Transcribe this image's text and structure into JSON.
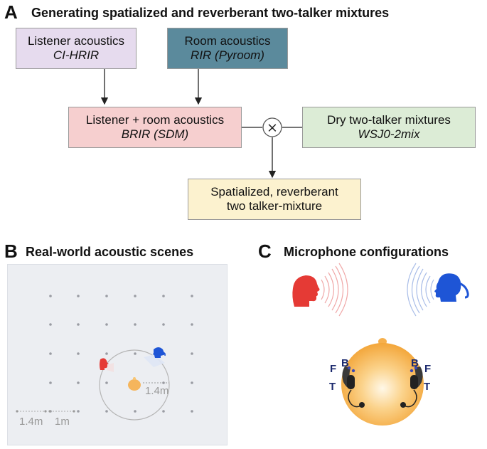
{
  "panelA": {
    "letter": "A",
    "title": "Generating spatialized and reverberant two-talker mixtures",
    "boxes": {
      "listener": {
        "line1": "Listener acoustics",
        "line2": "CI-HRIR",
        "color": "#e6dbee"
      },
      "room": {
        "line1": "Room acoustics",
        "line2": "RIR (Pyroom)",
        "color": "#5b8a9c"
      },
      "combined": {
        "line1": "Listener + room acoustics",
        "line2": "BRIR (SDM)",
        "color": "#f6cfcf"
      },
      "dry": {
        "line1": "Dry two-talker mixtures",
        "line2": "WSJ0-2mix",
        "color": "#dcecd6"
      },
      "output": {
        "line1": "Spatialized, reverberant",
        "line2": "two talker-mixture",
        "color": "#fcf2cf"
      }
    },
    "operator": "×"
  },
  "panelB": {
    "letter": "B",
    "title": "Real-world acoustic scenes",
    "background": "#eceef2",
    "radius_label": "1.4m",
    "spacing_labels": [
      "1.4m",
      "1m"
    ]
  },
  "panelC": {
    "letter": "C",
    "title": "Microphone configurations",
    "mic_labels": {
      "left": [
        "F",
        "B",
        "T"
      ],
      "right": [
        "B",
        "F",
        "T"
      ]
    },
    "colors": {
      "talker1": "#e53a35",
      "talker2": "#1e55d6",
      "head": "#f5b55c",
      "mic_label": "#1c2a6e"
    }
  }
}
